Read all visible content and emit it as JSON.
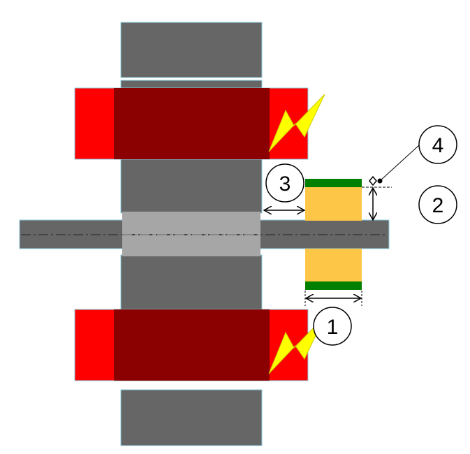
{
  "labels": {
    "l1": "1",
    "l2": "2",
    "l3": "3",
    "l4": "4"
  },
  "colors": {
    "core": "#666666",
    "edge": "#8fd0e0",
    "coil_outer": "#ff0000",
    "coil_inner": "#8b0000",
    "bushing": "#a6a6a6",
    "part": "#fdc647",
    "layer": "#008000",
    "bolt": "#ffff00"
  }
}
